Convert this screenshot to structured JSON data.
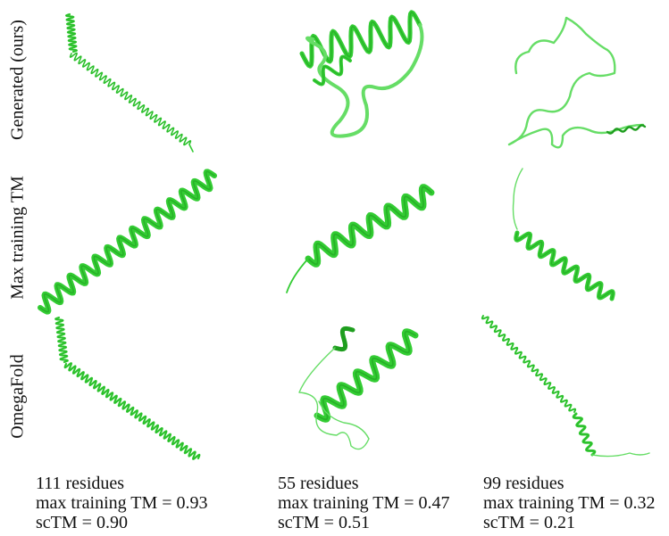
{
  "row_labels": [
    "Generated (ours)",
    "Max training TM",
    "OmegaFold"
  ],
  "captions": [
    {
      "residues": "111 residues",
      "max_tm": "max training TM = 0.93",
      "sctm": "scTM = 0.90"
    },
    {
      "residues": "55 residues",
      "max_tm": "max training TM = 0.47",
      "sctm": "scTM = 0.51"
    },
    {
      "residues": "99 residues",
      "max_tm": "max training TM = 0.32",
      "sctm": "scTM = 0.21"
    }
  ],
  "colors": {
    "ribbon": "#33cc33",
    "ribbon_dark": "#1f9e1f",
    "ribbon_light": "#66dd66"
  },
  "panels": [
    {
      "name": "generated-111-structure"
    },
    {
      "name": "generated-55-structure"
    },
    {
      "name": "generated-99-structure"
    },
    {
      "name": "maxtm-111-structure"
    },
    {
      "name": "maxtm-55-structure"
    },
    {
      "name": "maxtm-99-structure"
    },
    {
      "name": "omegafold-111-structure"
    },
    {
      "name": "omegafold-55-structure"
    },
    {
      "name": "omegafold-99-structure"
    }
  ]
}
